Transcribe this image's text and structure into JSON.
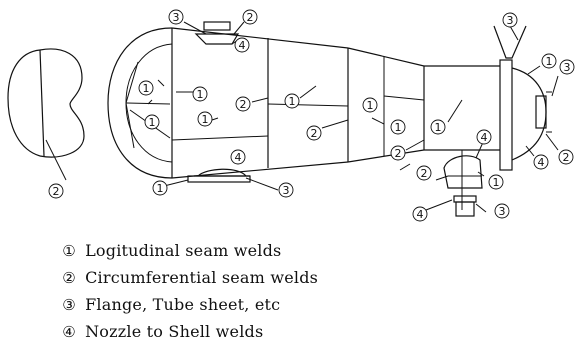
{
  "markers": {
    "m1": "1",
    "m2": "2",
    "m3": "3",
    "m4": "4"
  },
  "legend": [
    {
      "num": "①",
      "text": "Logitudinal seam welds"
    },
    {
      "num": "②",
      "text": "Circumferential seam welds"
    },
    {
      "num": "③",
      "text": "Flange, Tube sheet, etc"
    },
    {
      "num": "④",
      "text": "Nozzle to Shell welds"
    }
  ]
}
